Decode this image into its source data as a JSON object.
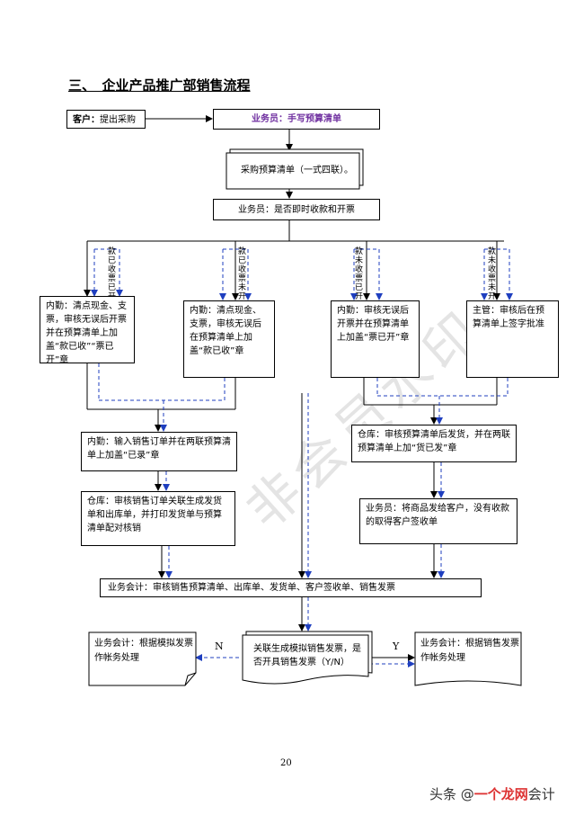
{
  "title": "三、　企业产品推广部销售流程",
  "watermark": "非会员水印",
  "page_number": "20",
  "footer": {
    "prefix": "头条 @",
    "brand": "一个龙网",
    "suffix": "会计"
  },
  "nodes": {
    "customer": {
      "label_bold": "客户：",
      "label": "提出采购"
    },
    "salesman_top": {
      "label": "业务员：手写预算清单"
    },
    "budget_doc": {
      "label": "采购预算清单（一式四联）。"
    },
    "salesman_decide": {
      "label": "业务员：是否即时收款和开票"
    },
    "b1": {
      "label": "内勤：清点现金、支票，审核无误后开票并在预算清单上加盖“款已收”“票已开”章"
    },
    "b2": {
      "label": "内勤：清点现金、支票，审核无误后在预算清单上加盖“款已收”章"
    },
    "b3": {
      "label": "内勤：审核无误后开票并在预算清单上加盖“票已开”章"
    },
    "b4": {
      "label": "主管：审核后在预算清单上签字批准"
    },
    "c1": {
      "label": "内勤：输入销售订单并在两联预算清单上加盖“已录”章"
    },
    "c2": {
      "label": "仓库：审核销售订单关联生成发货单和出库单，并打印发货单与预算清单配对核销"
    },
    "d1": {
      "label": "仓库：审核预算清单后发货，并在两联预算清单上加“货已发”章"
    },
    "d2": {
      "label": "业务员：将商品发给客户，没有收款的取得客户签收单"
    },
    "accountant": {
      "label": "业务会计：审核销售预算清单、出库单、发货单、客户签收单、销售发票"
    },
    "decision": {
      "label": "关联生成模拟销售发票，是否开具销售发票（Y/N）"
    },
    "left_end": {
      "label": "业务会计：根据模拟发票作帐务处理"
    },
    "right_end": {
      "label": "业务会计：根据销售发票作帐务处理"
    }
  },
  "branch_labels": [
    "款已收票已开",
    "款已收票未开",
    "款未收票已开",
    "款未收票未开"
  ],
  "decision_labels": {
    "no": "N",
    "yes": "Y"
  },
  "colors": {
    "arrow": "#000000",
    "dashed": "#1f3fbf",
    "accent": "#7030a0"
  }
}
